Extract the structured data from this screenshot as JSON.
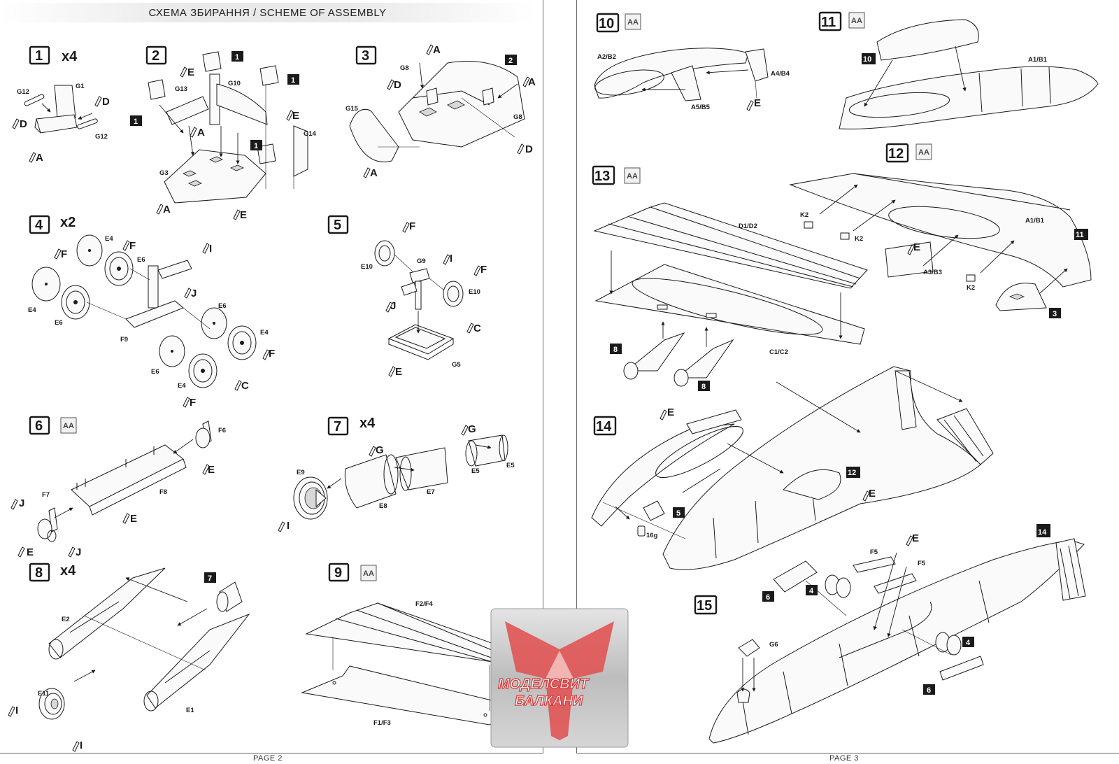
{
  "header": {
    "title": "СХЕМА ЗБИРАННЯ / SCHEME OF ASSEMBLY"
  },
  "footer": {
    "left_page": "PAGE 2",
    "right_page": "PAGE 3"
  },
  "watermark": {
    "line1": "МОДЕЛСВИТ",
    "line2": "БАЛКАНИ"
  },
  "steps": [
    {
      "num": "1",
      "mult": "x4",
      "labels": [
        "G12",
        "G1",
        "G12"
      ],
      "glue": [
        "D",
        "D",
        "A"
      ]
    },
    {
      "num": "2",
      "refs": [
        "1",
        "1",
        "1",
        "1"
      ],
      "labels": [
        "G13",
        "G10",
        "G14",
        "G3"
      ],
      "glue": [
        "E",
        "A",
        "E",
        "A",
        "E"
      ]
    },
    {
      "num": "3",
      "refs": [
        "2"
      ],
      "labels": [
        "G8",
        "G15",
        "G8"
      ],
      "glue": [
        "A",
        "D",
        "A",
        "D",
        "A"
      ]
    },
    {
      "num": "4",
      "mult": "x2",
      "labels": [
        "E4",
        "E6",
        "E4",
        "E6",
        "F9",
        "E6",
        "E4",
        "E6",
        "E4"
      ],
      "glue": [
        "F",
        "F",
        "I",
        "J",
        "F",
        "C",
        "F"
      ]
    },
    {
      "num": "5",
      "labels": [
        "G9",
        "E10",
        "E10",
        "G5"
      ],
      "glue": [
        "F",
        "I",
        "F",
        "J",
        "C",
        "E"
      ]
    },
    {
      "num": "6",
      "aa": "AA",
      "labels": [
        "F6",
        "F8",
        "F7"
      ],
      "glue": [
        "E",
        "E",
        "J",
        "E",
        "J"
      ]
    },
    {
      "num": "7",
      "mult": "x4",
      "labels": [
        "E9",
        "E8",
        "E7",
        "E5",
        "E5"
      ],
      "glue": [
        "G",
        "G",
        "I"
      ]
    },
    {
      "num": "8",
      "mult": "x4",
      "refs": [
        "7"
      ],
      "labels": [
        "E2",
        "E1",
        "E11"
      ],
      "glue": [
        "I",
        "I"
      ]
    },
    {
      "num": "9",
      "aa": "AA",
      "labels": [
        "F2/F4",
        "F1/F3"
      ]
    },
    {
      "num": "10",
      "aa": "AA",
      "labels": [
        "A2/B2",
        "A4/B4",
        "A5/B5"
      ],
      "glue": [
        "E"
      ]
    },
    {
      "num": "11",
      "aa": "AA",
      "refs": [
        "10"
      ],
      "labels": [
        "A1/B1"
      ]
    },
    {
      "num": "12",
      "aa": "AA",
      "refs": [
        "11",
        "3"
      ],
      "labels": [
        "K2",
        "K2",
        "A1/B1",
        "A3/B3",
        "K2"
      ],
      "glue": [
        "E"
      ]
    },
    {
      "num": "13",
      "aa": "AA",
      "refs": [
        "8",
        "8"
      ],
      "labels": [
        "D1/D2",
        "C1/C2"
      ]
    },
    {
      "num": "14",
      "refs": [
        "12",
        "5"
      ],
      "labels": [
        "16g"
      ],
      "glue": [
        "E",
        "E"
      ]
    },
    {
      "num": "15",
      "refs": [
        "14",
        "6",
        "4",
        "4",
        "6"
      ],
      "labels": [
        "F5",
        "F5",
        "G6"
      ],
      "glue": [
        "E"
      ]
    }
  ]
}
